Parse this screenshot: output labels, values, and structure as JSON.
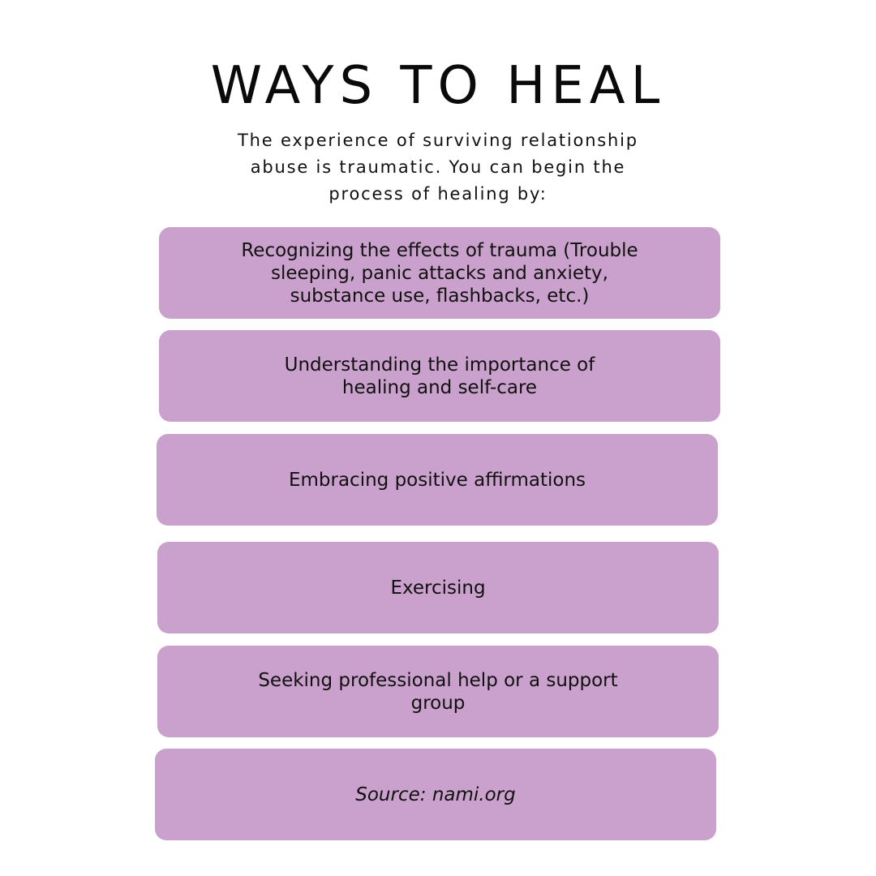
{
  "title": "WAYS TO HEAL",
  "intro": "The experience of surviving relationship abuse is traumatic. You can begin the process of healing by:",
  "items": [
    {
      "text": "Recognizing the effects of trauma (Trouble sleeping, panic attacks and anxiety, substance use, flashbacks, etc.)"
    },
    {
      "text": "Understanding the importance of healing and self-care"
    },
    {
      "text": "Embracing positive affirmations"
    },
    {
      "text": "Exercising"
    },
    {
      "text": "Seeking professional help or a support group"
    }
  ],
  "source": "Source: nami.org",
  "colors": {
    "card_background": "#caa0cc",
    "text": "#111111",
    "page_background": "#ffffff"
  }
}
